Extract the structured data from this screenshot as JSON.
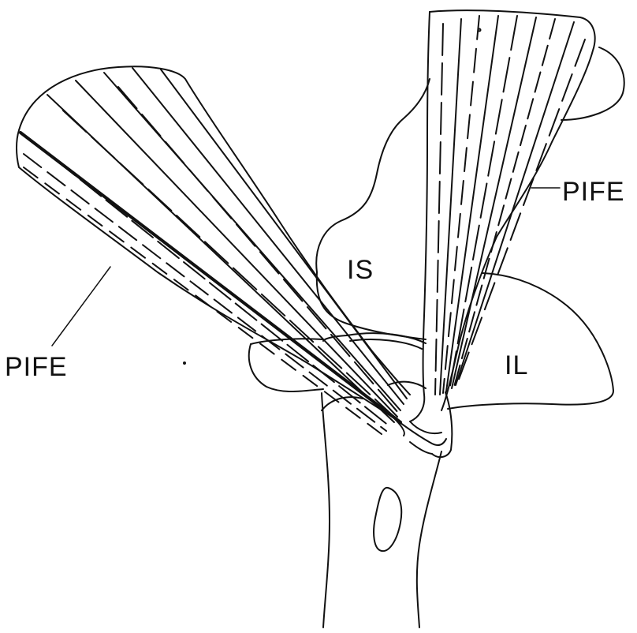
{
  "labels": {
    "pife_right": "PIFE",
    "is": "IS",
    "il": "IL",
    "pife_left": "PIFE"
  },
  "colors": {
    "ink": "#111111",
    "background": "#ffffff"
  }
}
